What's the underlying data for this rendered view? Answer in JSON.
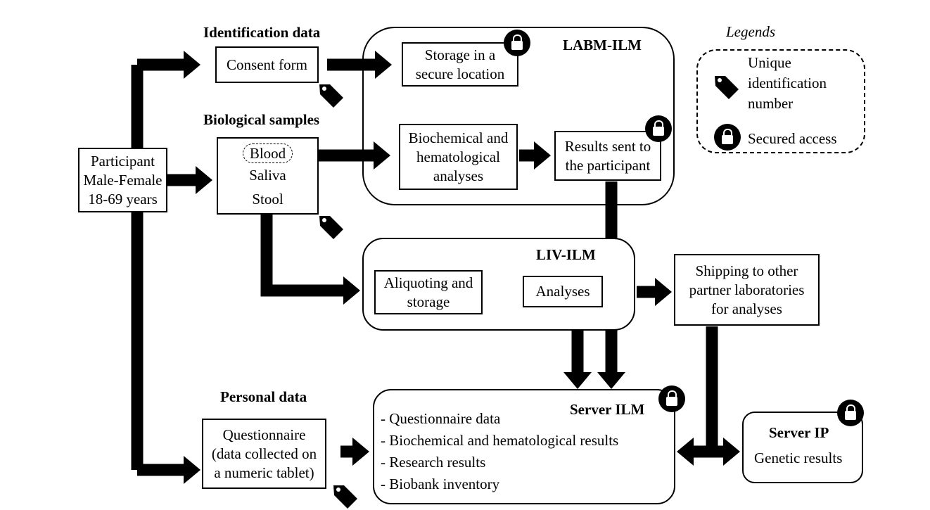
{
  "headings": {
    "identification": "Identification data",
    "biological": "Biological samples",
    "personal": "Personal data"
  },
  "boxes": {
    "participant": "Participant\nMale-Female\n18-69 years",
    "consent": "Consent form",
    "samples_blood": "Blood",
    "samples_rest": "Saliva\nStool",
    "questionnaire": "Questionnaire\n(data collected on\na numeric tablet)",
    "storage": "Storage in a\nsecure location",
    "biochem": "Biochemical and\nhematological\nanalyses",
    "results": "Results sent to\nthe participant",
    "aliquot": "Aliquoting and\nstorage",
    "analyses": "Analyses",
    "shipping": "Shipping to other\npartner laboratories\nfor analyses"
  },
  "groups": {
    "labm": "LABM-ILM",
    "liv": "LIV-ILM",
    "server_ilm": "Server ILM",
    "server_ip": "Server IP",
    "server_ip_content": "Genetic results"
  },
  "server_ilm_items": [
    "- Questionnaire data",
    "- Biochemical and hematological results",
    "- Research results",
    "- Biobank inventory"
  ],
  "legend": {
    "title": "Legends",
    "tag_label": "Unique\nidentification\nnumber",
    "lock_label": "Secured access"
  },
  "icons": {
    "lock": "padlock-icon",
    "tag": "price-tag-icon"
  },
  "colors": {
    "ink": "#000000",
    "background": "#ffffff"
  }
}
